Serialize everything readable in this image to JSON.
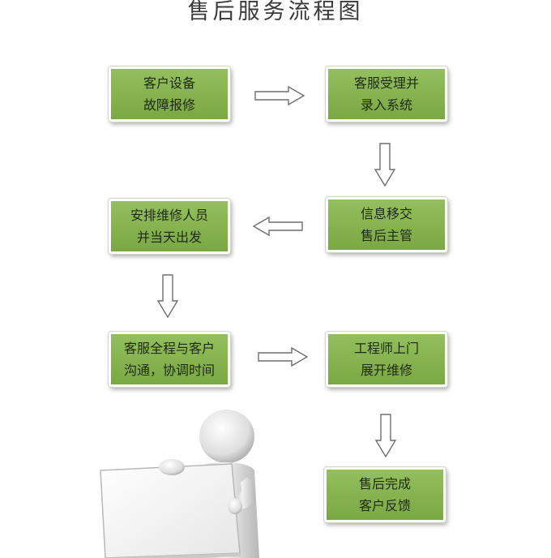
{
  "title": "售后服务流程图",
  "steps": [
    {
      "line1": "客户设备",
      "line2": "故障报修"
    },
    {
      "line1": "客服受理并",
      "line2": "录入系统"
    },
    {
      "line1": "信息移交",
      "line2": "售后主管"
    },
    {
      "line1": "安排维修人员",
      "line2": "并当天出发"
    },
    {
      "line1": "客服全程与客户",
      "line2": "沟通，协调时间"
    },
    {
      "line1": "工程师上门",
      "line2": "展开维修"
    },
    {
      "line1": "售后完成",
      "line2": "客户反馈"
    }
  ]
}
